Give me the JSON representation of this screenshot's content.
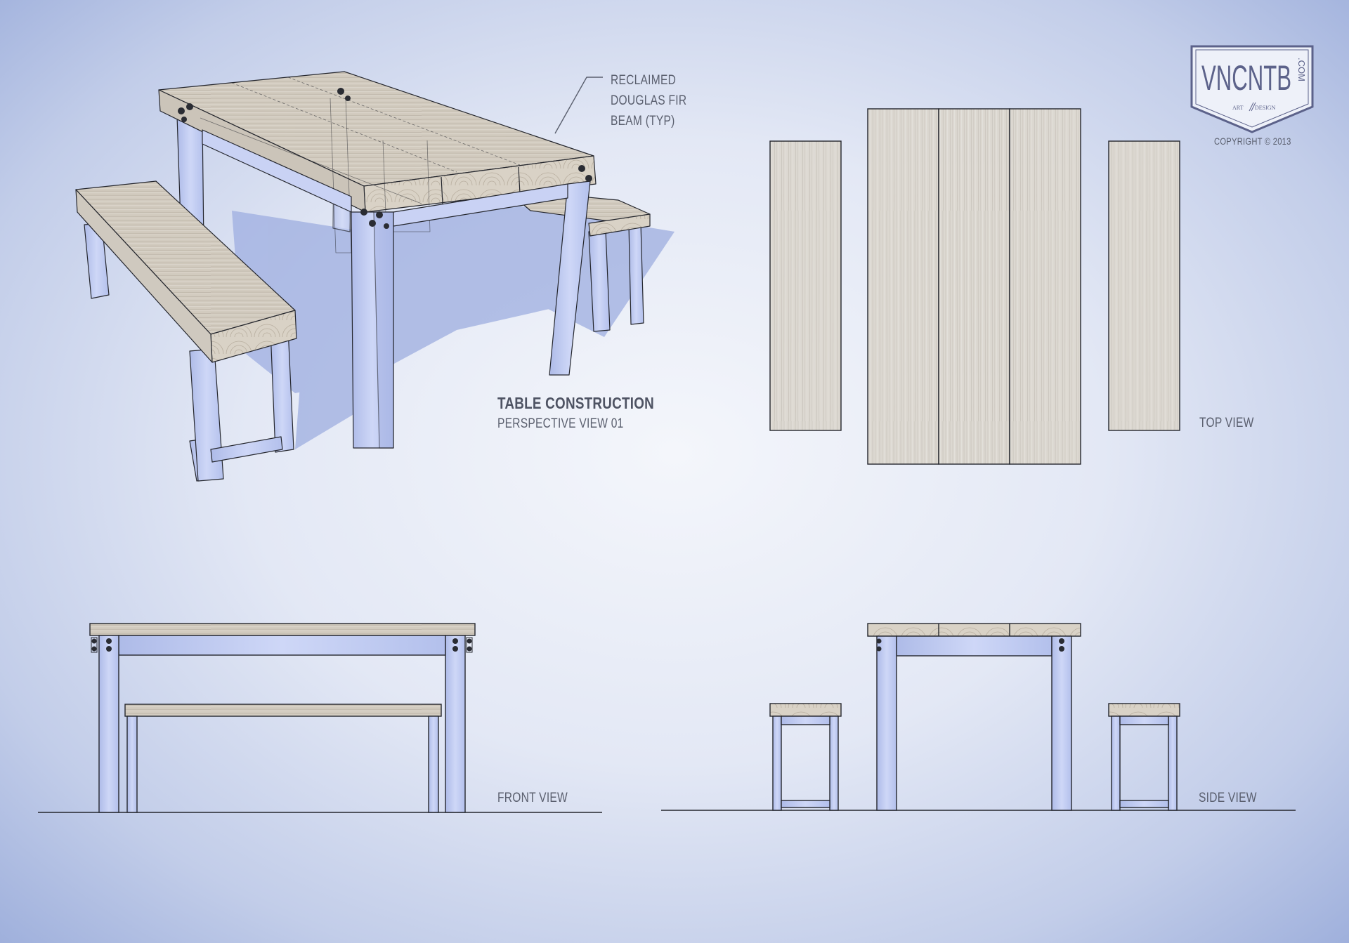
{
  "sheet": {
    "callout": [
      "RECLAIMED",
      "DOUGLAS FIR",
      "BEAM (TYP)"
    ],
    "title": "TABLE CONSTRUCTION",
    "subtitle": "PERSPECTIVE VIEW 01",
    "views": {
      "top": "TOP VIEW",
      "front": "FRONT VIEW",
      "side": "SIDE VIEW"
    },
    "logo": {
      "mark": "VNCNTB",
      "tld": ".COM",
      "left": "ART",
      "right": "DESIGN"
    },
    "copyright": "COPYRIGHT © 2013"
  },
  "colors": {
    "wood": "#d9d4cb",
    "steel": "#c3cdf2",
    "line": "#24262d",
    "logo": "#5c628a"
  }
}
